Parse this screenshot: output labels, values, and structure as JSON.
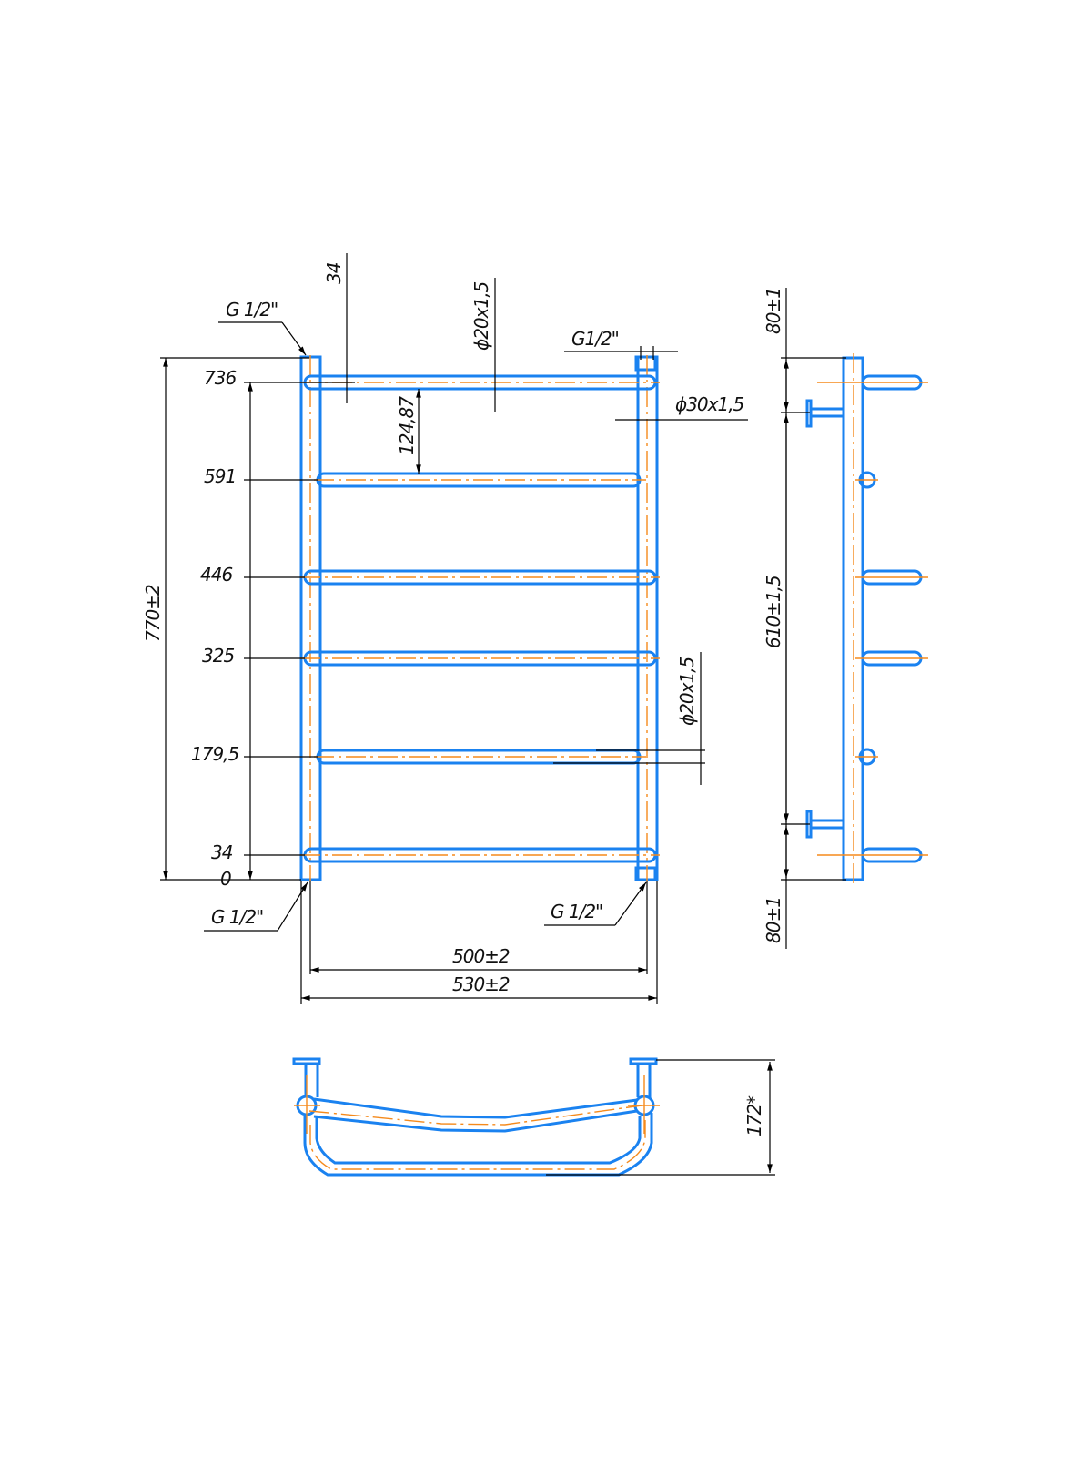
{
  "front_view": {
    "rail_levels": [
      "736",
      "591",
      "446",
      "325",
      "179,5",
      "34",
      "0"
    ],
    "height_overall": "770±2",
    "rail_pitch": "124,87",
    "top_offset": "34",
    "rail_pipe": "ϕ20x1,5",
    "rail_pipe_side": "ϕ20x1,5",
    "upright_pipe": "ϕ30x1,5",
    "thread_top_left": "G 1/2\"",
    "thread_top_right": "G1/2\"",
    "thread_bottom_left": "G 1/2\"",
    "thread_bottom_right": "G 1/2\"",
    "width_centers": "500±2",
    "width_overall": "530±2"
  },
  "side_view": {
    "top_offset": "80±1",
    "mount_spacing": "610±1,5",
    "bottom_offset": "80±1"
  },
  "top_view": {
    "depth": "172*"
  },
  "colors": {
    "pipe": "#1a82f0",
    "axis": "#f58a1c",
    "dimension": "#000000"
  }
}
